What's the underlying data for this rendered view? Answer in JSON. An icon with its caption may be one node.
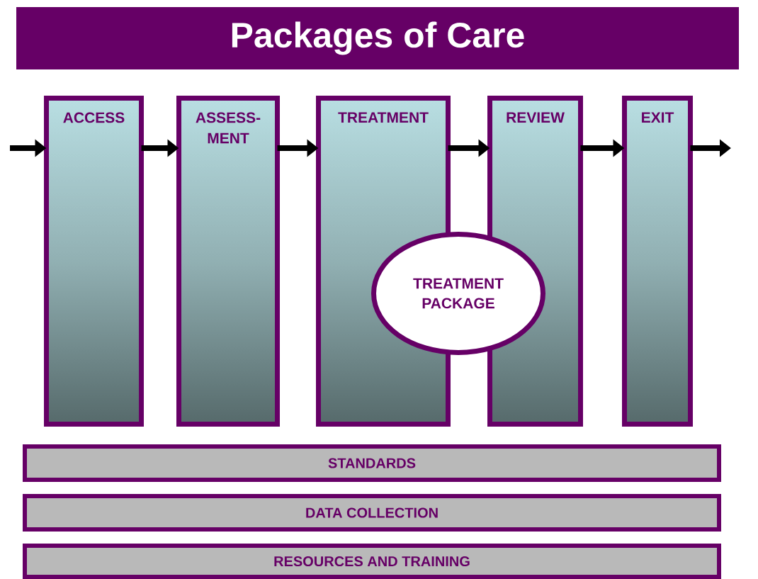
{
  "diagram": {
    "title": "Packages of Care",
    "nodes": [
      {
        "text": [
          "ACCESS"
        ]
      },
      {
        "text": [
          "ASSESS- MENT"
        ]
      },
      {
        "text": [
          "TREATMENT"
        ]
      },
      {
        "text": [
          "REVIEW"
        ]
      },
      {
        "text": [
          "EXIT"
        ]
      },
      {
        "text": [
          "TREATMENT PACKAGE"
        ]
      },
      {
        "text": [
          "STANDARDS"
        ]
      },
      {
        "text": [
          "DATA COLLECTION"
        ]
      },
      {
        "text": [
          "RESOURCES AND TRAINING"
        ]
      }
    ],
    "edges": [
      {
        "from": null,
        "to": 0,
        "arrow": "to"
      },
      {
        "from": 0,
        "to": 1,
        "arrow": "to"
      },
      {
        "from": 1,
        "to": 2,
        "arrow": "to"
      },
      {
        "from": 2,
        "to": 3,
        "arrow": "to"
      },
      {
        "from": 3,
        "to": 4,
        "arrow": "to"
      },
      {
        "from": 4,
        "to": null,
        "arrow": "to"
      }
    ]
  }
}
